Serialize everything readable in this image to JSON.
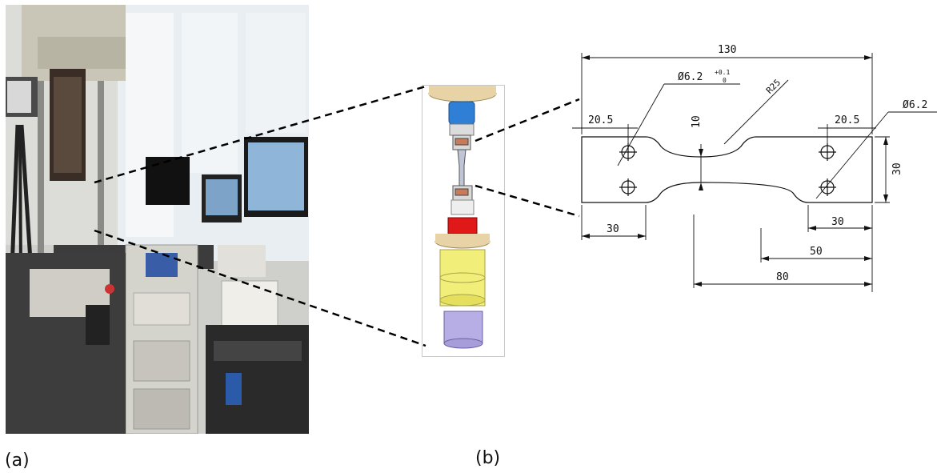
{
  "panels": {
    "a": {
      "label": "(a)"
    },
    "b": {
      "label": "(b)"
    }
  },
  "drawing": {
    "dims": {
      "overall_length": "130",
      "hole_diameter": "Ø6.2",
      "hole_tol_upper": "+0.1",
      "hole_tol_lower": "0",
      "hole_diameter_right": "Ø6.2",
      "radius": "R25",
      "edge_to_hole_left": "20.5",
      "edge_to_hole_right": "20.5",
      "gauge_width": "10",
      "total_width": "30",
      "grip_left": "30",
      "grip_right": "30",
      "dim_50": "50",
      "dim_80": "80"
    }
  },
  "colors": {
    "line": "#111111",
    "fixture_blue": "#2f7fd6",
    "fixture_red": "#e01818",
    "fixture_yellow": "#f2ee7a",
    "fixture_purple": "#b7aee6",
    "fixture_tan": "#e8d3a6"
  }
}
